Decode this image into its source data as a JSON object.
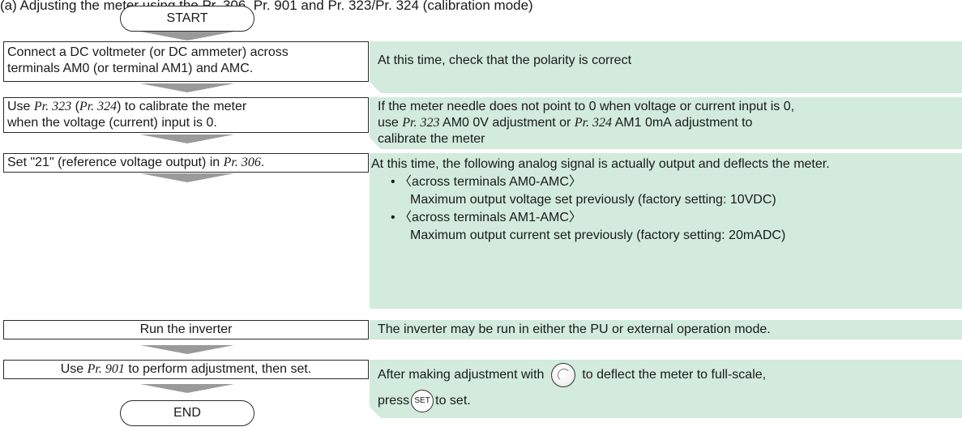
{
  "header": "(a) Adjusting the meter using the Pr. 306, Pr. 901 and Pr. 323/Pr. 324 (calibration mode)",
  "start_label": "START",
  "end_label": "END",
  "steps": [
    {
      "line1": "Connect a DC voltmeter (or DC ammeter) across",
      "line2": "terminals AM0 (or terminal AM1) and AMC.",
      "note": "At this time, check that the polarity is correct"
    },
    {
      "a1": "Use ",
      "pr1": "Pr. 323",
      "a2": " (",
      "pr2": "Pr. 324",
      "a3": ") to calibrate the meter",
      "line2": "when the voltage (current) input is 0.",
      "note_line1": "If the meter needle does not point to 0 when voltage or current input is 0,",
      "note_a": "use ",
      "note_pr1": "Pr. 323",
      "note_b": " AM0 0V adjustment or ",
      "note_pr2": "Pr. 324",
      "note_c": " AM1 0mA adjustment to",
      "note_line3": "calibrate the meter"
    },
    {
      "a1": "Set \"21\" (reference voltage output) in ",
      "pr1": "Pr. 306",
      "a2": ".",
      "note_line1": "At this time, the following analog signal is actually output and deflects the meter.",
      "bullet1": "• 〈across terminals AM0-AMC〉",
      "bullet1_detail": "Maximum output voltage set previously (factory setting: 10VDC)",
      "bullet2": "• 〈across terminals AM1-AMC〉",
      "bullet2_detail": "Maximum output current set previously (factory setting: 20mADC)"
    },
    {
      "label": "Run the inverter",
      "note": "The inverter may be run in either the PU or external operation mode."
    },
    {
      "a1": "Use ",
      "pr1": "Pr. 901",
      "a2": " to perform adjustment, then set.",
      "note_a": "After making adjustment with",
      "note_b": "to deflect the meter to full-scale,",
      "note_c": "press",
      "note_d": "to set.",
      "set_key": "SET"
    }
  ],
  "icons": [
    "setting-dial-icon",
    "set-key-icon"
  ],
  "colors": {
    "note_bg": "#d2ebdc",
    "arrow": "#9a9a9a",
    "border": "#2a2a2a"
  }
}
